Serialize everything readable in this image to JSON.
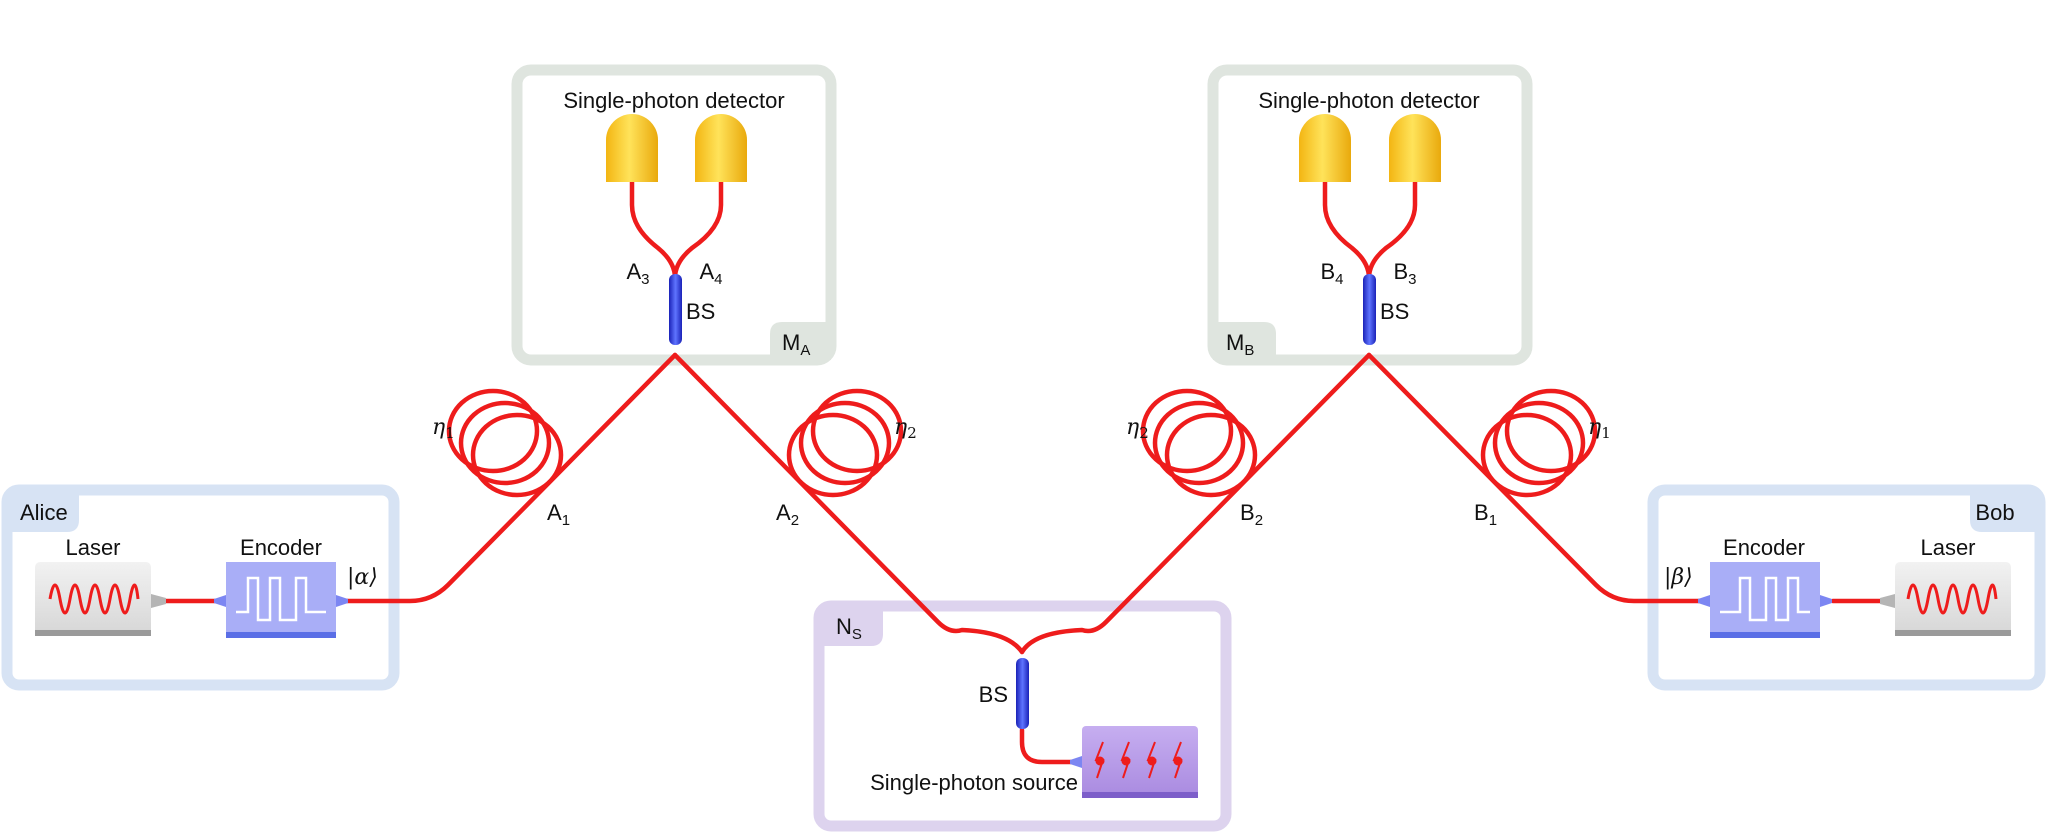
{
  "colors": {
    "fiber": "#ee1c1c",
    "measurement_frame": "#dfe5df",
    "party_frame": "#d7e3f4",
    "source_frame": "#ddd3ee",
    "encoder": "#a9aef7",
    "encoder_base": "#5a6ee6",
    "beam_splitter": "#2634d8",
    "detector": "#f6c419",
    "laser_box": "#e4e4e4",
    "source_box": "#b99ce6"
  },
  "alice": {
    "tag": "Alice",
    "laser_label": "Laser",
    "encoder_label": "Encoder",
    "state_label": "|α⟩"
  },
  "bob": {
    "tag": "Bob",
    "laser_label": "Laser",
    "encoder_label": "Encoder",
    "state_label": "|β⟩"
  },
  "ma": {
    "title": "Single-photon detector",
    "tag_main": "M",
    "tag_sub": "A",
    "bs_label": "BS",
    "port_left_main": "A",
    "port_left_sub": "3",
    "port_right_main": "A",
    "port_right_sub": "4"
  },
  "mb": {
    "title": "Single-photon detector",
    "tag_main": "M",
    "tag_sub": "B",
    "bs_label": "BS",
    "port_left_main": "B",
    "port_left_sub": "4",
    "port_right_main": "B",
    "port_right_sub": "3"
  },
  "ns": {
    "tag_main": "N",
    "tag_sub": "S",
    "bs_label": "BS",
    "source_label": "Single-photon source"
  },
  "channels": {
    "a1_main": "A",
    "a1_sub": "1",
    "a2_main": "A",
    "a2_sub": "2",
    "b2_main": "B",
    "b2_sub": "2",
    "b1_main": "B",
    "b1_sub": "1",
    "coil1": {
      "eta_main": "η",
      "eta_sub": "1"
    },
    "coil2": {
      "eta_main": "η",
      "eta_sub": "2"
    },
    "coil3": {
      "eta_main": "η",
      "eta_sub": "2"
    },
    "coil4": {
      "eta_main": "η",
      "eta_sub": "1"
    }
  }
}
